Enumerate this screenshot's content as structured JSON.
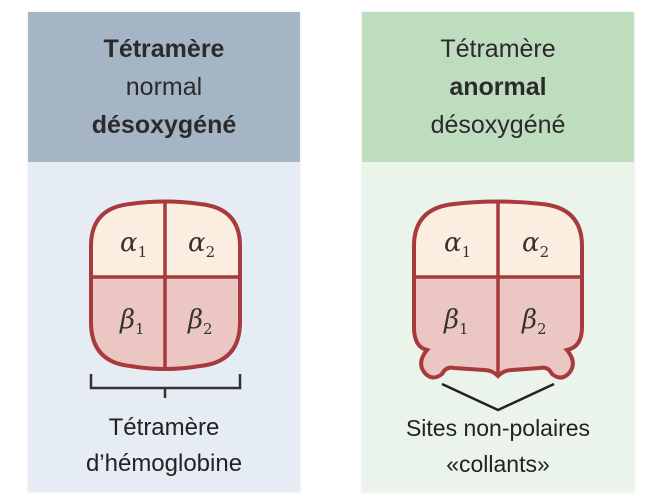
{
  "left_panel": {
    "header": {
      "line1": "Tétramère",
      "line2": "normal",
      "line3": "désoxygéné"
    },
    "subunits": {
      "alpha1": {
        "symbol": "α",
        "index": "1"
      },
      "alpha2": {
        "symbol": "α",
        "index": "2"
      },
      "beta1": {
        "symbol": "β",
        "index": "1"
      },
      "beta2": {
        "symbol": "β",
        "index": "2"
      }
    },
    "caption": {
      "line1": "Tétramère",
      "line2": "d’hémoglobine"
    }
  },
  "right_panel": {
    "header": {
      "line1": "Tétramère",
      "line2": "anormal",
      "line3": "désoxygéné"
    },
    "subunits": {
      "alpha1": {
        "symbol": "α",
        "index": "1"
      },
      "alpha2": {
        "symbol": "α",
        "index": "2"
      },
      "beta1": {
        "symbol": "β",
        "index": "1"
      },
      "beta2": {
        "symbol": "β",
        "index": "2"
      }
    },
    "caption": {
      "line1": "Sites non-polaires",
      "line2": "«collants»"
    }
  },
  "colors": {
    "alpha_fill": "#fbeee0",
    "beta_fill": "#ebc6c2",
    "outline": "#a83a3d",
    "left_header_bg": "#a5b5c6",
    "left_body_bg": "#e6ecf3",
    "right_header_bg": "#bedcbe",
    "right_body_bg": "#eaf4ea"
  }
}
